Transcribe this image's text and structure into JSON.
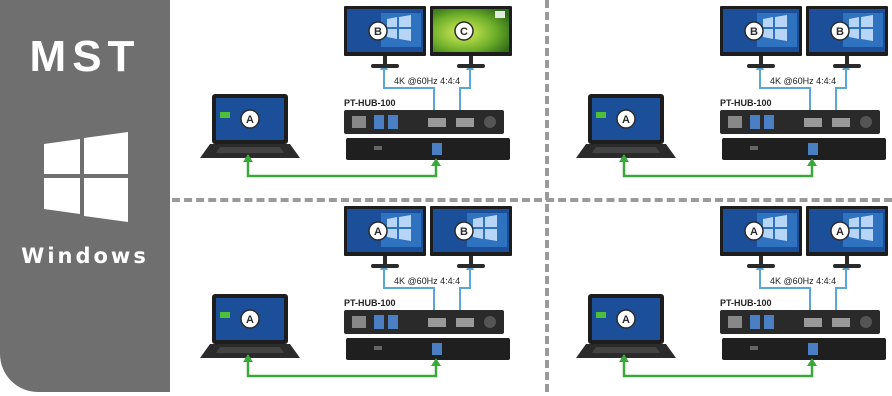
{
  "sidebar": {
    "mode": "MST",
    "os": "Windows"
  },
  "scenarios": [
    {
      "laptop": "A",
      "monitors": [
        "B",
        "C"
      ],
      "monitor_styles": [
        "windows",
        "nature"
      ],
      "resolution": "4K @60Hz 4:4:4",
      "hub": "PT-HUB-100"
    },
    {
      "laptop": "A",
      "monitors": [
        "B",
        "B"
      ],
      "monitor_styles": [
        "windows",
        "windows"
      ],
      "resolution": "4K @60Hz 4:4:4",
      "hub": "PT-HUB-100"
    },
    {
      "laptop": "A",
      "monitors": [
        "A",
        "B"
      ],
      "monitor_styles": [
        "windows",
        "windows"
      ],
      "resolution": "4K @60Hz 4:4:4",
      "hub": "PT-HUB-100"
    },
    {
      "laptop": "A",
      "monitors": [
        "A",
        "A"
      ],
      "monitor_styles": [
        "windows",
        "windows"
      ],
      "resolution": "4K @60Hz 4:4:4",
      "hub": "PT-HUB-100"
    }
  ],
  "colors": {
    "sidebar_bg": "#6f6f6f",
    "cable_green": "#3aa83a",
    "cable_blue": "#5aa6d6",
    "screen_blue": "#1b4f9a",
    "hub_dark": "#2a2a2a"
  }
}
